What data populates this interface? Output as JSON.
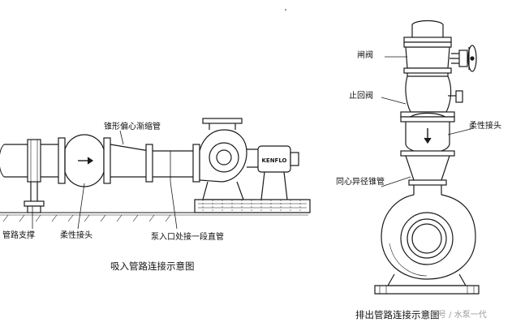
{
  "suction_diagram": {
    "caption": "吸入管路连接示意图",
    "labels": {
      "reducer": "锥形偏心渐缩管",
      "pipe_support": "管路支撑",
      "flex_joint": "柔性接头",
      "straight_pipe": "泵入口处接一段直管"
    },
    "pump_brand": "KENFLO"
  },
  "discharge_diagram": {
    "caption": "排出管路连接示意图",
    "labels": {
      "gate_valve": "闸阀",
      "check_valve": "止回阀",
      "flex_joint": "柔性接头",
      "concentric_reducer": "同心异径锥管"
    }
  },
  "watermark": "头条号 / 水泵一代"
}
